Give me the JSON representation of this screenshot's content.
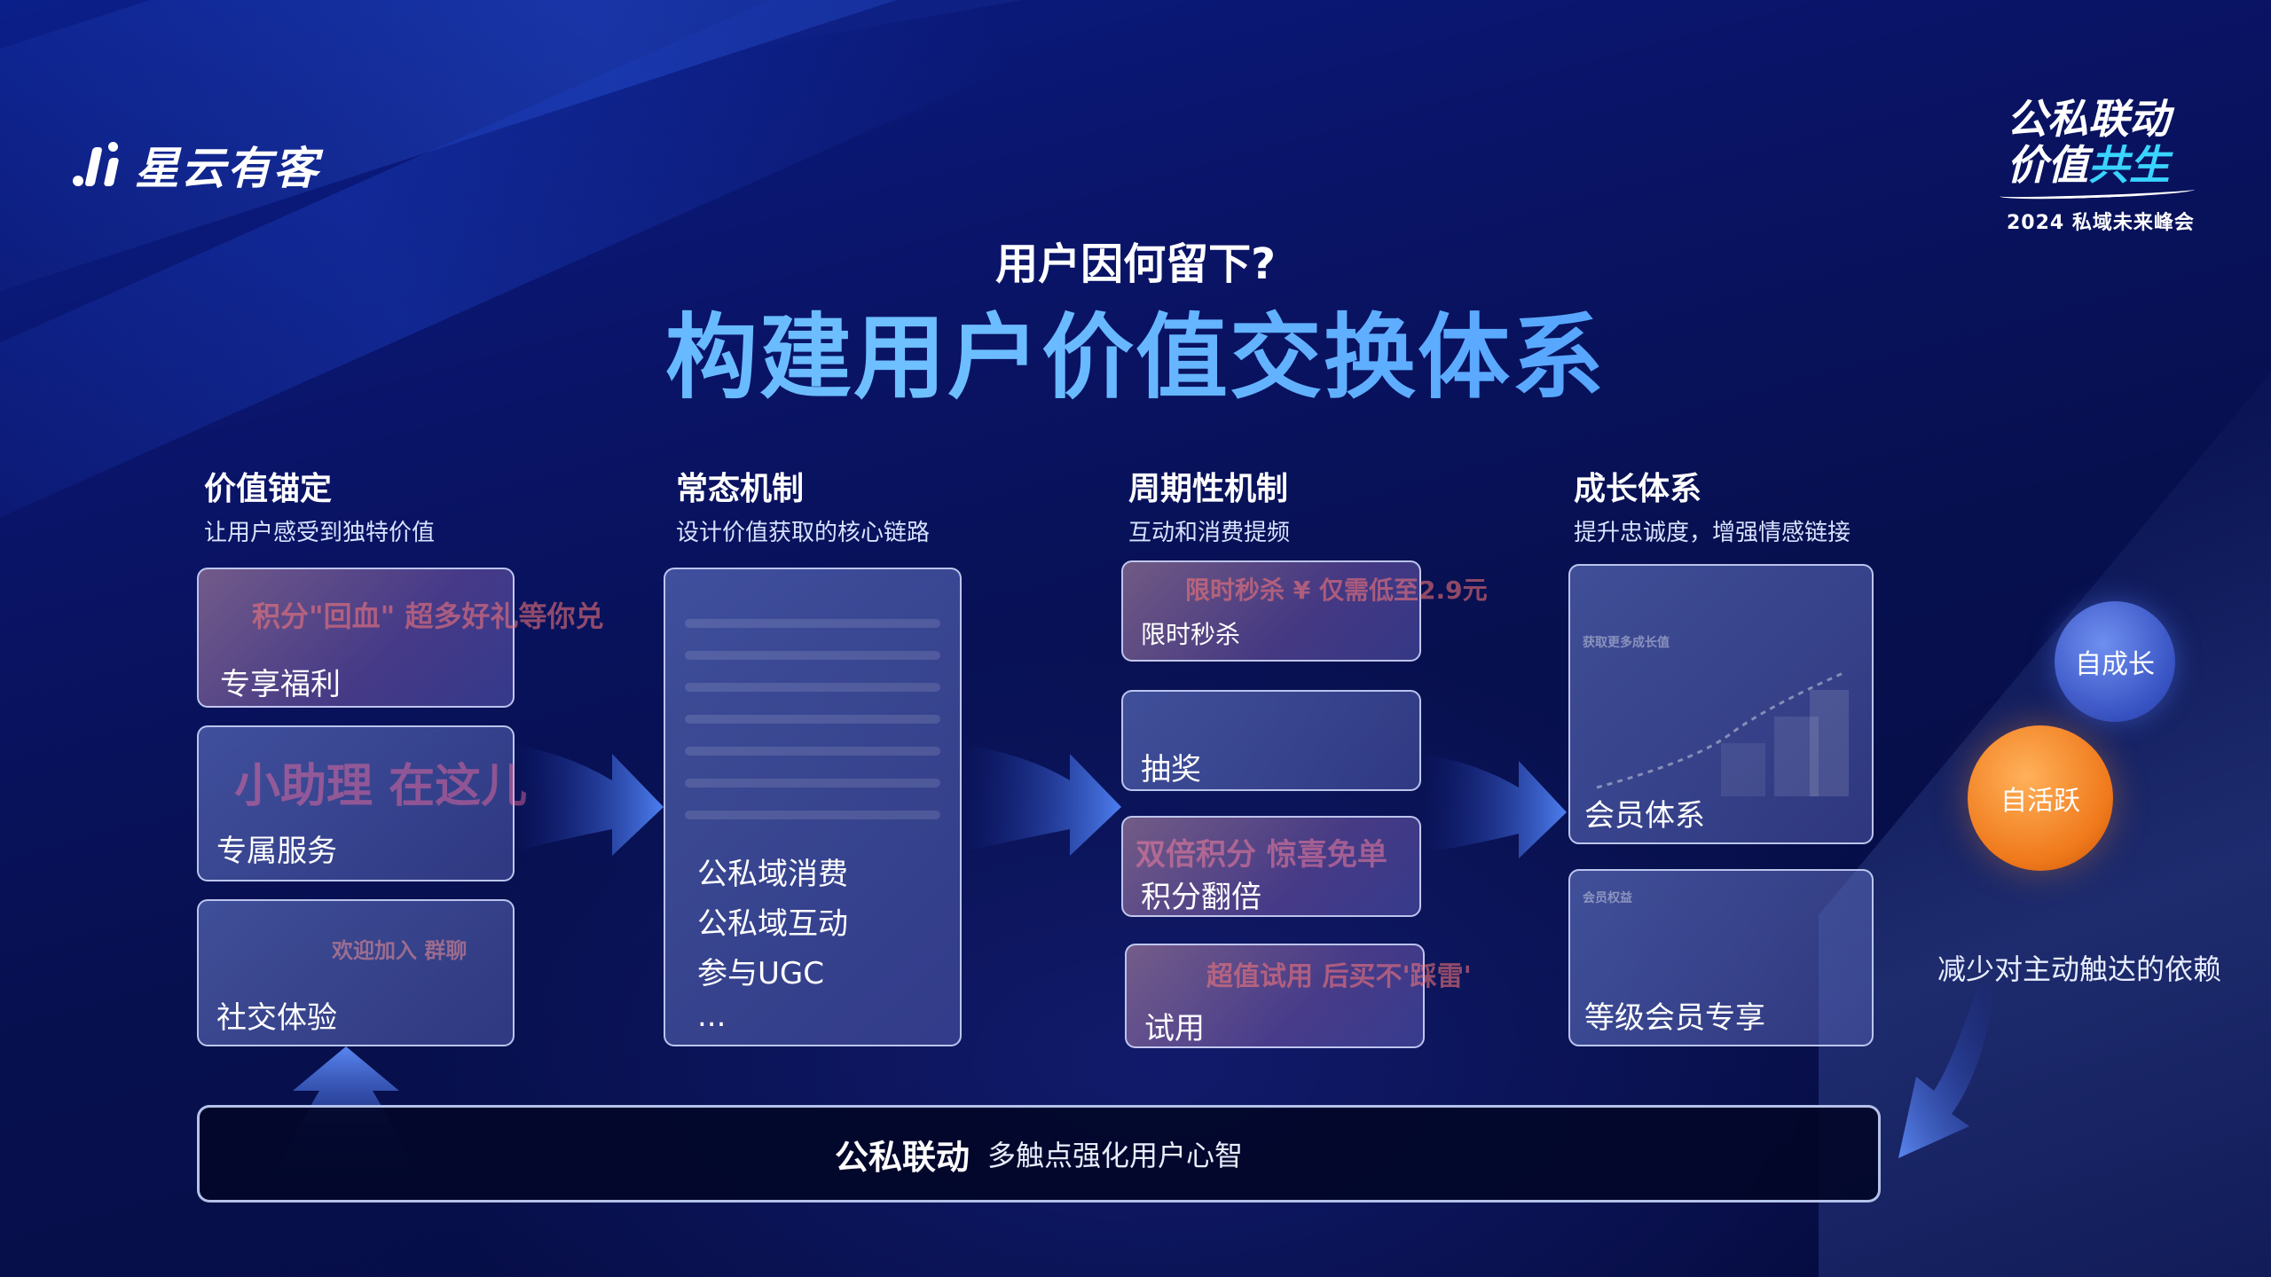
{
  "brand": {
    "logo_text": "星云有客"
  },
  "summit": {
    "line1": "公私联动",
    "line2a": "价值",
    "line2b": "共生",
    "line3": "2024 私域未来峰会"
  },
  "header": {
    "subtitle": "用户因何留下?",
    "title": "构建用户价值交换体系"
  },
  "columns": [
    {
      "heading": "价值锚定",
      "sub": "让用户感受到独特价值",
      "cards": [
        {
          "label": "专享福利",
          "ghost": "积分\"回血\" 超多好礼等你兑"
        },
        {
          "label": "专属服务",
          "ghost": "小助理 在这儿"
        },
        {
          "label": "社交体验",
          "ghost": "欢迎加入 群聊"
        }
      ]
    },
    {
      "heading": "常态机制",
      "sub": "设计价值获取的核心链路",
      "items": [
        "公私域消费",
        "公私域互动",
        "参与UGC",
        "..."
      ]
    },
    {
      "heading": "周期性机制",
      "sub": "互动和消费提频",
      "cards": [
        {
          "label": "限时秒杀",
          "ghost": "限时秒杀 ¥ 仅需低至2.9元"
        },
        {
          "label": "抽奖",
          "ghost": ""
        },
        {
          "label": "积分翻倍",
          "ghost": "双倍积分 惊喜免单"
        },
        {
          "label": "试用",
          "ghost": "超值试用 后买不'踩雷'"
        }
      ]
    },
    {
      "heading": "成长体系",
      "sub": "提升忠诚度，增强情感链接",
      "cards": [
        {
          "label": "会员体系",
          "ghost": "获取更多成长值"
        },
        {
          "label": "等级会员专享",
          "ghost": "会员权益"
        }
      ]
    }
  ],
  "bubbles": {
    "grow": "自成长",
    "active": "自活跃"
  },
  "side_note": "减少对主动触达的依赖",
  "bottom": {
    "bold": "公私联动",
    "text": "多触点强化用户心智"
  }
}
